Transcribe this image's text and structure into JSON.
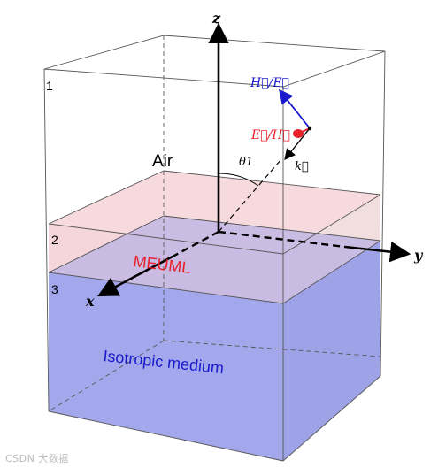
{
  "layers": [
    {
      "number": "1",
      "name": "Air",
      "color": "#000000"
    },
    {
      "number": "2",
      "name": "MEUML",
      "color": "#e8202a"
    },
    {
      "number": "3",
      "name": "Isotropic medium",
      "color": "#1a1acc"
    }
  ],
  "axes": {
    "z": "z",
    "y": "y",
    "x": "x"
  },
  "vectors": {
    "h_over_e": "H⃗/E⃗",
    "e_over_h": "E⃗/H⃗",
    "k": "k⃗"
  },
  "angle_label": "θ1",
  "colors": {
    "air_fill": "#ffffff",
    "meuml_fill": "#f6d6da",
    "medium_fill": "#a3a8ec",
    "vector_blue": "#1a1acc",
    "vector_red": "#e8202a"
  }
}
